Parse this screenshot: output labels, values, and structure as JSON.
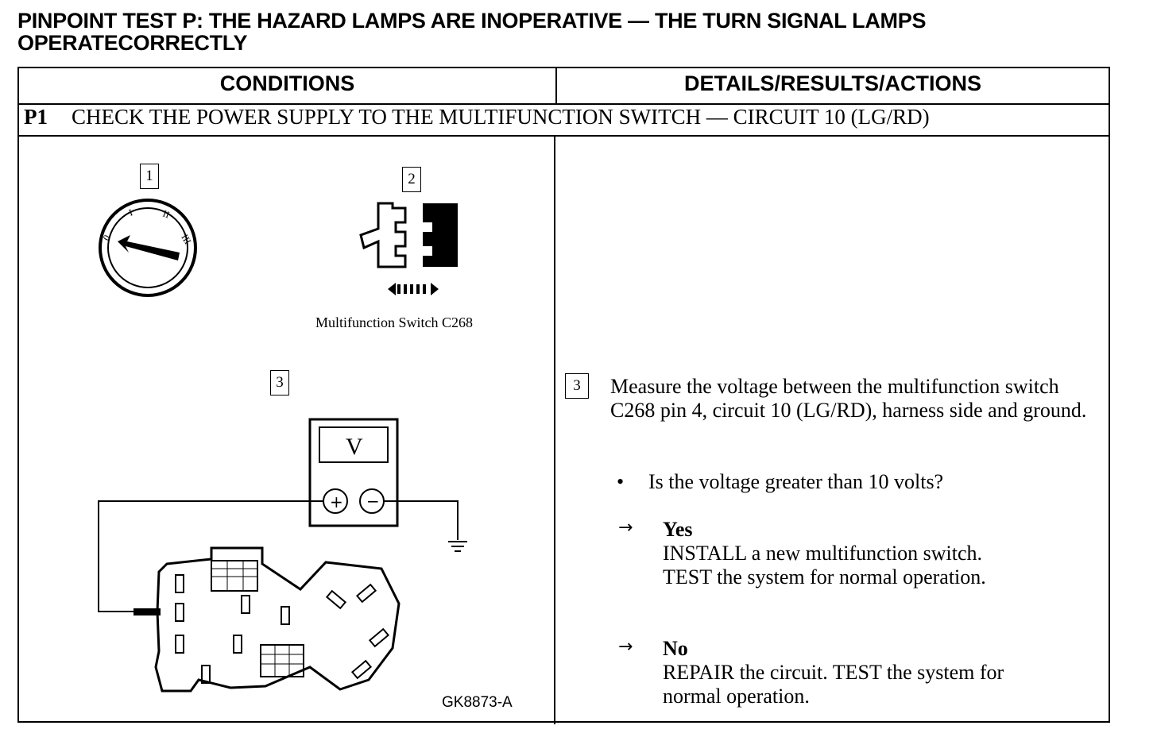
{
  "title": "PINPOINT TEST P:  THE HAZARD LAMPS ARE INOPERATIVE — THE TURN SIGNAL LAMPS OPERATECORRECTLY",
  "table": {
    "col_conditions": "CONDITIONS",
    "col_details": "DETAILS/RESULTS/ACTIONS"
  },
  "step": {
    "id": "P1",
    "text": "CHECK THE POWER SUPPLY TO THE MULTIFUNCTION SWITCH — CIRCUIT 10 (LG/RD)"
  },
  "figure": {
    "callout_1": "1",
    "callout_2": "2",
    "callout_3": "3",
    "ignition_marks": [
      "0",
      "I",
      "II",
      "III"
    ],
    "connector_caption": "Multifunction Switch C268",
    "meter_display": "V",
    "meter_plus": "+",
    "meter_minus": "−",
    "figure_id": "GK8873-A"
  },
  "details": {
    "callout": "3",
    "instruction": "Measure the voltage between the multifunction switch C268 pin 4, circuit 10 (LG/RD), harness side and ground.",
    "bullet_mark": "•",
    "question": "Is the voltage greater than 10 volts?",
    "arrow": "→",
    "yes_label": "Yes",
    "yes_line1": "INSTALL a new multifunction switch.",
    "yes_line2": "TEST the system  for normal operation.",
    "no_label": "No",
    "no_line1": "REPAIR the circuit. TEST the system for",
    "no_line2": "normal operation."
  }
}
